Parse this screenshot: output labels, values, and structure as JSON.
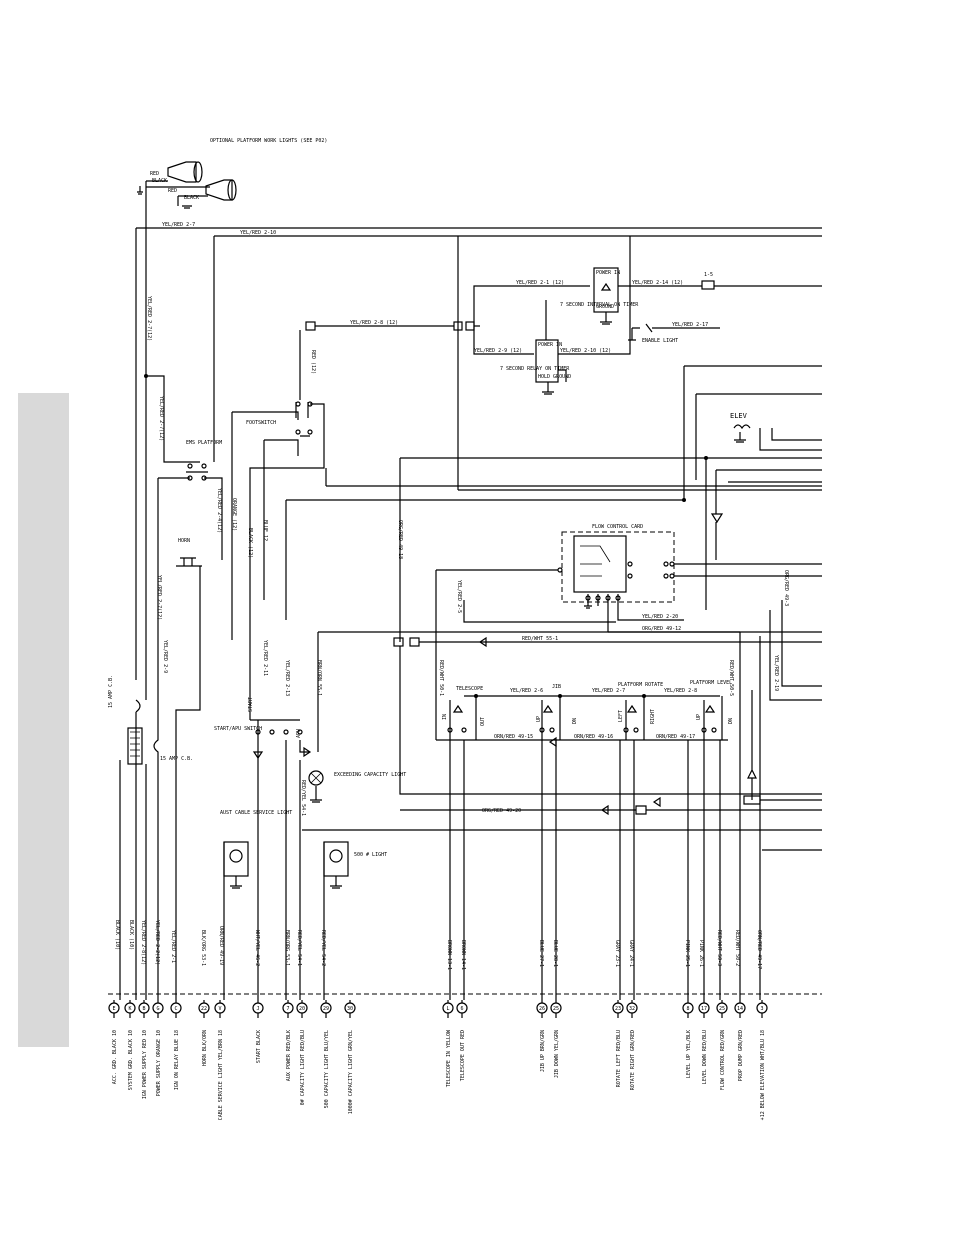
{
  "header": {
    "optional_lights_label": "OPTIONAL PLATFORM WORK LIGHTS (SEE P02)",
    "light_wires": [
      "RED",
      "BLACK",
      "RED",
      "BLACK"
    ]
  },
  "top_wires": [
    {
      "label": "YEL/RED 2-7"
    },
    {
      "label": "YEL/RED 2-10"
    }
  ],
  "left_wires": [
    {
      "label": "YEL/RED 2-7(12)"
    },
    {
      "label": "YEL/RED 2-7(12)"
    },
    {
      "label": "YEL/RED 2-4(12)"
    },
    {
      "label": "YEL/RED 2-7(12)"
    },
    {
      "label": "YEL/RED 2-9"
    },
    {
      "label": "ORANGE (12)"
    },
    {
      "label": "BLACK (12)"
    },
    {
      "label": "BLUE 12"
    },
    {
      "label": "RED (12)"
    },
    {
      "label": "YEL/RED 2-11"
    },
    {
      "label": "YEL/RED 2-13"
    },
    {
      "label": "BRN/ORN 55-1"
    },
    {
      "label": "RED/YEL 54-1"
    },
    {
      "label": "ORG/RED 49-18"
    },
    {
      "label": "YEL/RED 2-5"
    },
    {
      "label": "RED/WHT 50-1"
    },
    {
      "label": "RED/WHT 50-5"
    },
    {
      "label": "ORG/RED 49-3"
    },
    {
      "label": "YEL/RED 2-19"
    }
  ],
  "components": {
    "footswitch": "FOOTSWITCH",
    "ems_platform": "EMS PLATFORM",
    "horn": "HORN",
    "breaker_15a_1": "15 AMP C.B.",
    "breaker_15a_2": "15 AMP C.B.",
    "start_apu_switch": "START/APU SWITCH",
    "start_label": "START",
    "apu_label": "APU",
    "exceeding_capacity_light": "EXCEEDING CAPACITY LIGHT",
    "aust_cable_service_light": "AUST CABLE SERVICE LIGHT",
    "light_500": "500 # LIGHT",
    "interval_timer": "7 SECOND INTERVAL ON TIMER",
    "relay_timer": "7 SECOND RELAY ON TIMER",
    "enable_light": "ENABLE LIGHT",
    "flow_control_card": "FLOW CONTROL CARD",
    "telescope": "TELESCOPE",
    "jib": "JIB",
    "platform_rotate": "PLATFORM ROTATE",
    "platform_level": "PLATFORM LEVEL",
    "elev": "ELEV",
    "timer_power_in": "POWER IN",
    "timer_ground": "GROUND",
    "hold_ground": "HOLD GROUND",
    "in_label": "IN",
    "out_label": "OUT",
    "up_label": "UP",
    "dn_label": "DN",
    "left_label": "LEFT",
    "right_label": "RIGHT"
  },
  "mid_wires": {
    "w_2_1": "YEL/RED 2-1 (12)",
    "w_2_14": "YEL/RED 2-14 (12)",
    "w_2_8": "YEL/RED 2-8 (12)",
    "w_2_9": "YEL/RED 2-9 (12)",
    "w_2_10": "YEL/RED 2-10 (12)",
    "w_2_17": "YEL/RED 2-17",
    "w_1_5": "1-5",
    "w_2_20": "YEL/RED 2-20",
    "w_49_12": "ORG/RED 49-12",
    "w_55_1": "RED/WHT 55-1",
    "w_2_6": "YEL/RED 2-6",
    "w_2_7": "YEL/RED 2-7",
    "w_2_8b": "YEL/RED 2-8",
    "w_49_15": "ORN/RED 49-15",
    "w_49_16": "ORN/RED 49-16",
    "w_49_17": "ORN/RED 49-17",
    "w_49_20": "ORG/RED 49-20"
  },
  "bottom_wires": [
    "BLACK (10)",
    "BLACK (10)",
    "YEL/RED 2-8(12)",
    "YEL/RED 2-2(12)",
    "YEL/RED 2-1",
    "BLK/ORG 53-1",
    "ORN/RED 49-19",
    "WHT/YEL 46-2",
    "BRN/ORG 53-1",
    "RED/YEL 54-1",
    "RED/YEL 54-2",
    "BROWN 13-1",
    "BROWN 14-1",
    "BLUE 27-1",
    "BLUE 28-1",
    "GRAY 23-1",
    "GRAY 24-1",
    "PINK 25-1",
    "PINK 26-1",
    "RED/WHT 50-3",
    "RED/WHT 50-2",
    "ORN/RED 49-17"
  ],
  "connectors": [
    {
      "id": "E",
      "label": "ACC. GRD. BLACK 10"
    },
    {
      "id": "K",
      "label": "SYSTEM GRD. BLACK 10"
    },
    {
      "id": "B",
      "label": "IGN POWER SUPPLY RED 10"
    },
    {
      "id": "G",
      "label": "POWER SUPPLY ORANGE 10"
    },
    {
      "id": "C",
      "label": "IGN ON RELAY BLUE 18"
    },
    {
      "id": "22",
      "label": "HORN BLK/ORN"
    },
    {
      "id": "V",
      "label": "CABLE SERVICE LIGHT YEL/BRN 18"
    },
    {
      "id": "J",
      "label": "START BLACK"
    },
    {
      "id": "7",
      "label": "AUX POWER RED/BLK"
    },
    {
      "id": "20",
      "label": "0# CAPACITY LIGHT RED/BLU"
    },
    {
      "id": "29",
      "label": "500 CAPACITY LIGHT BLU/YEL"
    },
    {
      "id": "30",
      "label": "1000# CAPACITY LIGHT GRN/YEL"
    },
    {
      "id": "L",
      "label": "TELESCOPE IN YELLOW"
    },
    {
      "id": "6",
      "label": "TELESCOPE OUT RED"
    },
    {
      "id": "26",
      "label": "JIB UP BRN/GRN"
    },
    {
      "id": "25",
      "label": "JIB DOWN YEL/GRN"
    },
    {
      "id": "23",
      "label": "ROTATE LEFT RED/BLU"
    },
    {
      "id": "32",
      "label": "ROTATE RIGHT GRN/RED"
    },
    {
      "id": "8",
      "label": "LEVEL UP YEL/BLK"
    },
    {
      "id": "17",
      "label": "LEVEL DOWN RED/BLU"
    },
    {
      "id": "25",
      "label": "FLOW CONTROL RED/GRN"
    },
    {
      "id": "14",
      "label": "PROP DUMP GRN/RED"
    },
    {
      "id": "3",
      "label": "+12 BELOW ELEVATION WHT/BLU 18"
    }
  ]
}
